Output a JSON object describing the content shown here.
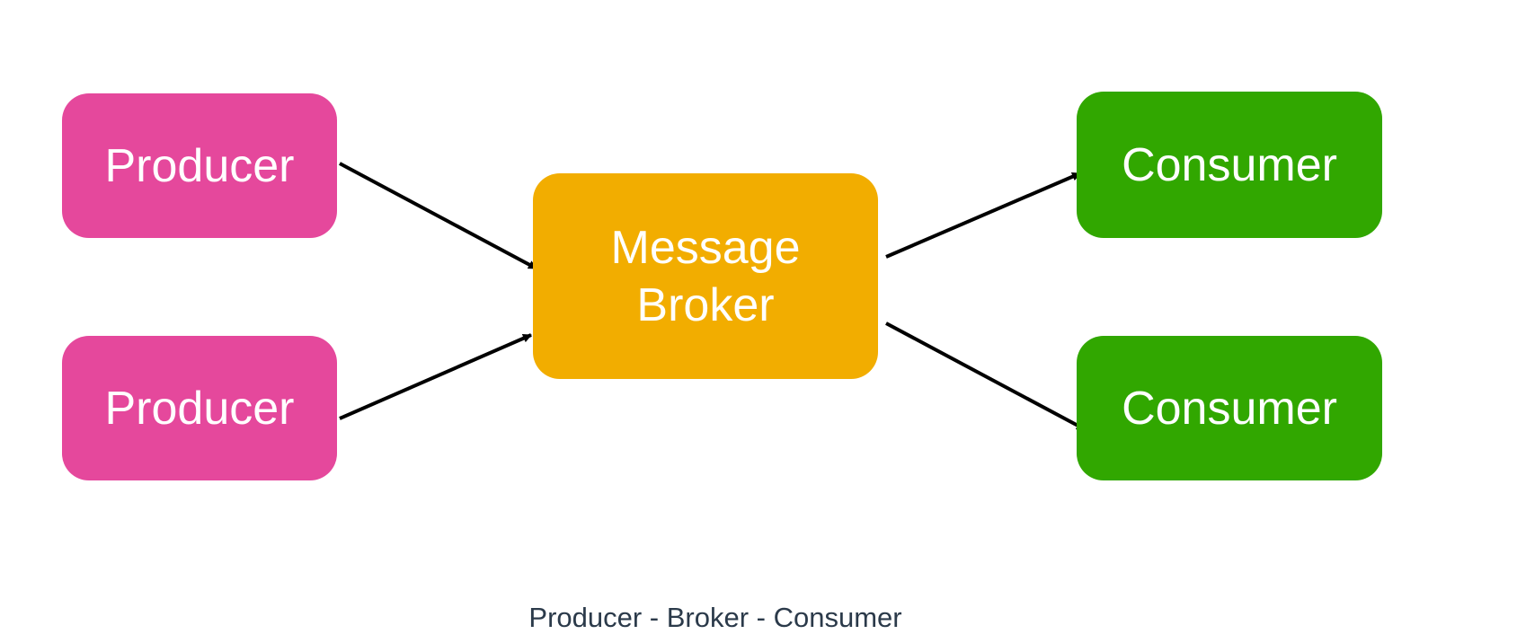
{
  "nodes": {
    "producer_1": {
      "label": "Producer",
      "color": "#e5489c"
    },
    "producer_2": {
      "label": "Producer",
      "color": "#e5489c"
    },
    "broker": {
      "label_line_1": "Message",
      "label_line_2": "Broker",
      "color": "#f2ad00"
    },
    "consumer_1": {
      "label": "Consumer",
      "color": "#31a700"
    },
    "consumer_2": {
      "label": "Consumer",
      "color": "#31a700"
    }
  },
  "edges": [
    {
      "from": "producer_1",
      "to": "broker"
    },
    {
      "from": "producer_2",
      "to": "broker"
    },
    {
      "from": "broker",
      "to": "consumer_1"
    },
    {
      "from": "broker",
      "to": "consumer_2"
    }
  ],
  "caption": "Producer - Broker - Consumer",
  "edge_color": "#000000"
}
